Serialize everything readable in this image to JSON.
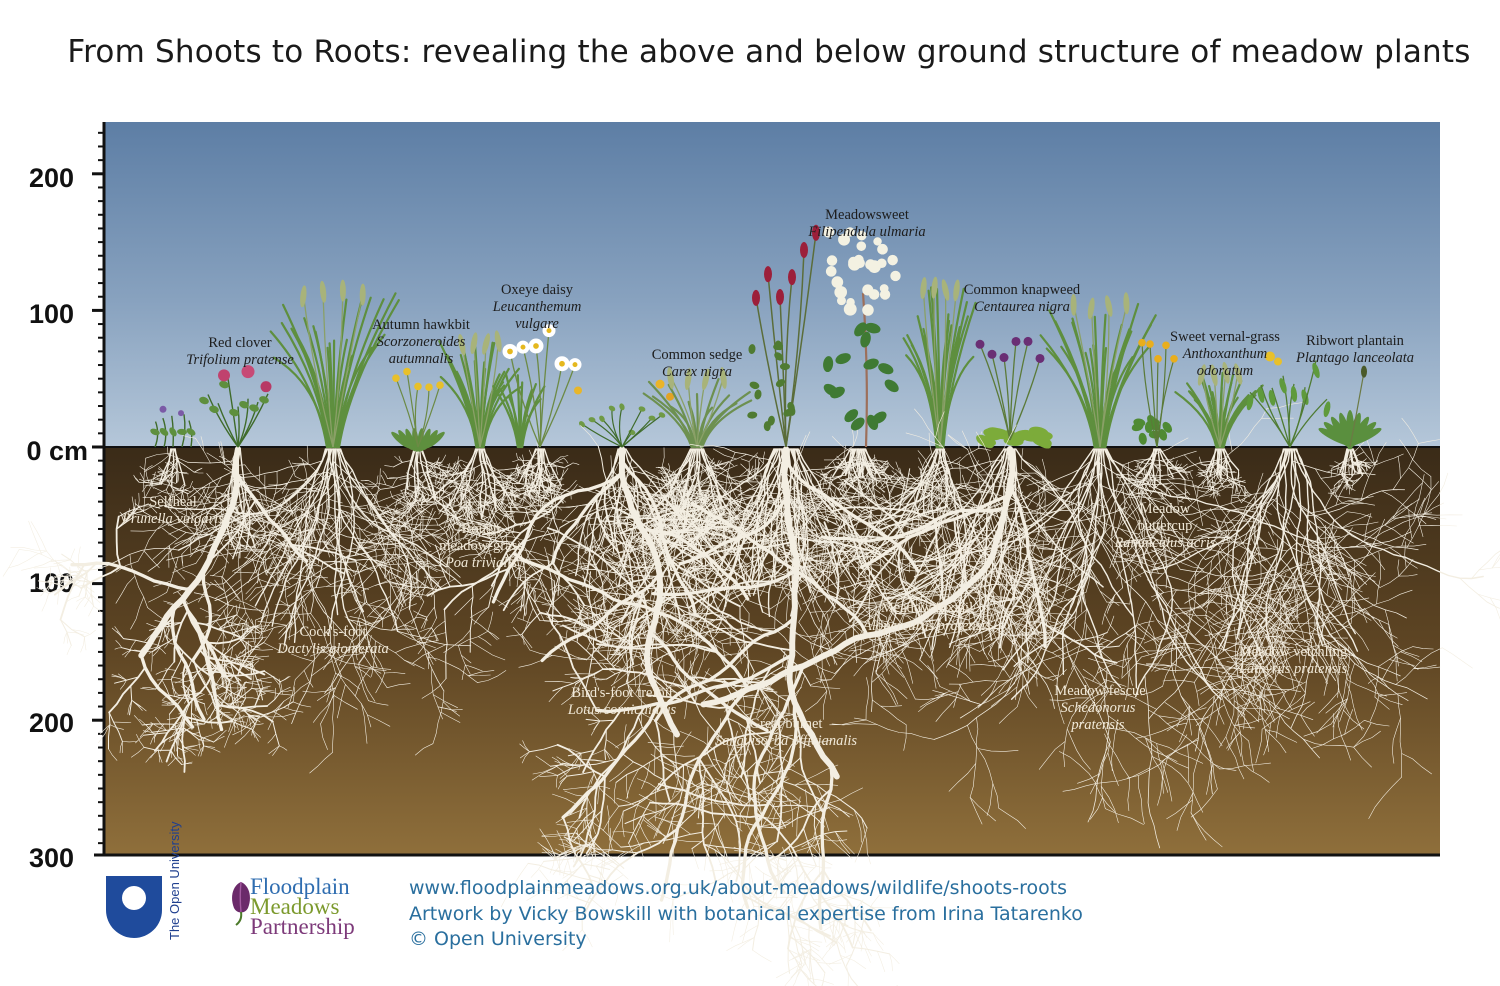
{
  "title": "From Shoots to Roots: revealing the above and below ground structure of meadow plants",
  "axis": {
    "unit_label": "0 cm",
    "above_ticks": [
      "200",
      "100"
    ],
    "below_ticks": [
      "100",
      "200",
      "300"
    ]
  },
  "species": [
    {
      "id": "selfheal",
      "common": "Selfheal",
      "latin": "Prunella vulgaris"
    },
    {
      "id": "red-clover",
      "common": "Red clover",
      "latin": "Trifolium pratense"
    },
    {
      "id": "cocks-foot",
      "common": "Cock's-foot",
      "latin": "Dactylis glomerata"
    },
    {
      "id": "autumn-hawkbit",
      "common": "Autumn hawkbit",
      "latin": "Scorzoneroides autumnalis"
    },
    {
      "id": "rough-meadow-grass",
      "common": "Rough meadow-grass",
      "latin": "Poa trivialis"
    },
    {
      "id": "oxeye-daisy",
      "common": "Oxeye daisy",
      "latin": "Leucanthemum vulgare"
    },
    {
      "id": "birds-foot-trefoil",
      "common": "Bird's-foot trefoil",
      "latin": "Lotus corniculatus"
    },
    {
      "id": "common-sedge",
      "common": "Common sedge",
      "latin": "Carex nigra"
    },
    {
      "id": "great-burnet",
      "common": "Great burnet",
      "latin": "Sanguisorba officianalis"
    },
    {
      "id": "meadowsweet",
      "common": "Meadowsweet",
      "latin": "Filipendula ulmaria"
    },
    {
      "id": "meadow-foxtail",
      "common": "Meadow foxtail",
      "latin": "Alopercurus pratensis"
    },
    {
      "id": "common-knapweed",
      "common": "Common knapweed",
      "latin": "Centaurea nigra"
    },
    {
      "id": "meadow-fescue",
      "common": "Meadow fescue",
      "latin": "Schedonorus pratensis"
    },
    {
      "id": "meadow-buttercup",
      "common": "Meadow buttercup",
      "latin": "Ranunculus acris"
    },
    {
      "id": "sweet-vernal-grass",
      "common": "Sweet vernal-grass",
      "latin": "Anthoxanthum odoratum"
    },
    {
      "id": "meadow-vetchling",
      "common": "Meadow vetchling",
      "latin": "Lathyrus pratensis"
    },
    {
      "id": "ribwort-plantain",
      "common": "Ribwort plantain",
      "latin": "Plantago lanceolata"
    }
  ],
  "logos": {
    "open_university": "The Open University",
    "floodplain": [
      "Floodplain",
      "Meadows",
      "Partnership"
    ]
  },
  "credits": [
    "www.floodplainmeadows.org.uk/about-meadows/wildlife/shoots-roots",
    "Artwork by Vicky Bowskill with botanical expertise from Irina Tatarenko",
    "© Open University"
  ],
  "colors": {
    "sky_top": "#5f7fa6",
    "sky_bottom": "#b3c6d9",
    "soil_top": "#3b2c19",
    "soil_bottom": "#8e6e3a",
    "root": "#f4efe3",
    "link": "#2a6f9e"
  }
}
